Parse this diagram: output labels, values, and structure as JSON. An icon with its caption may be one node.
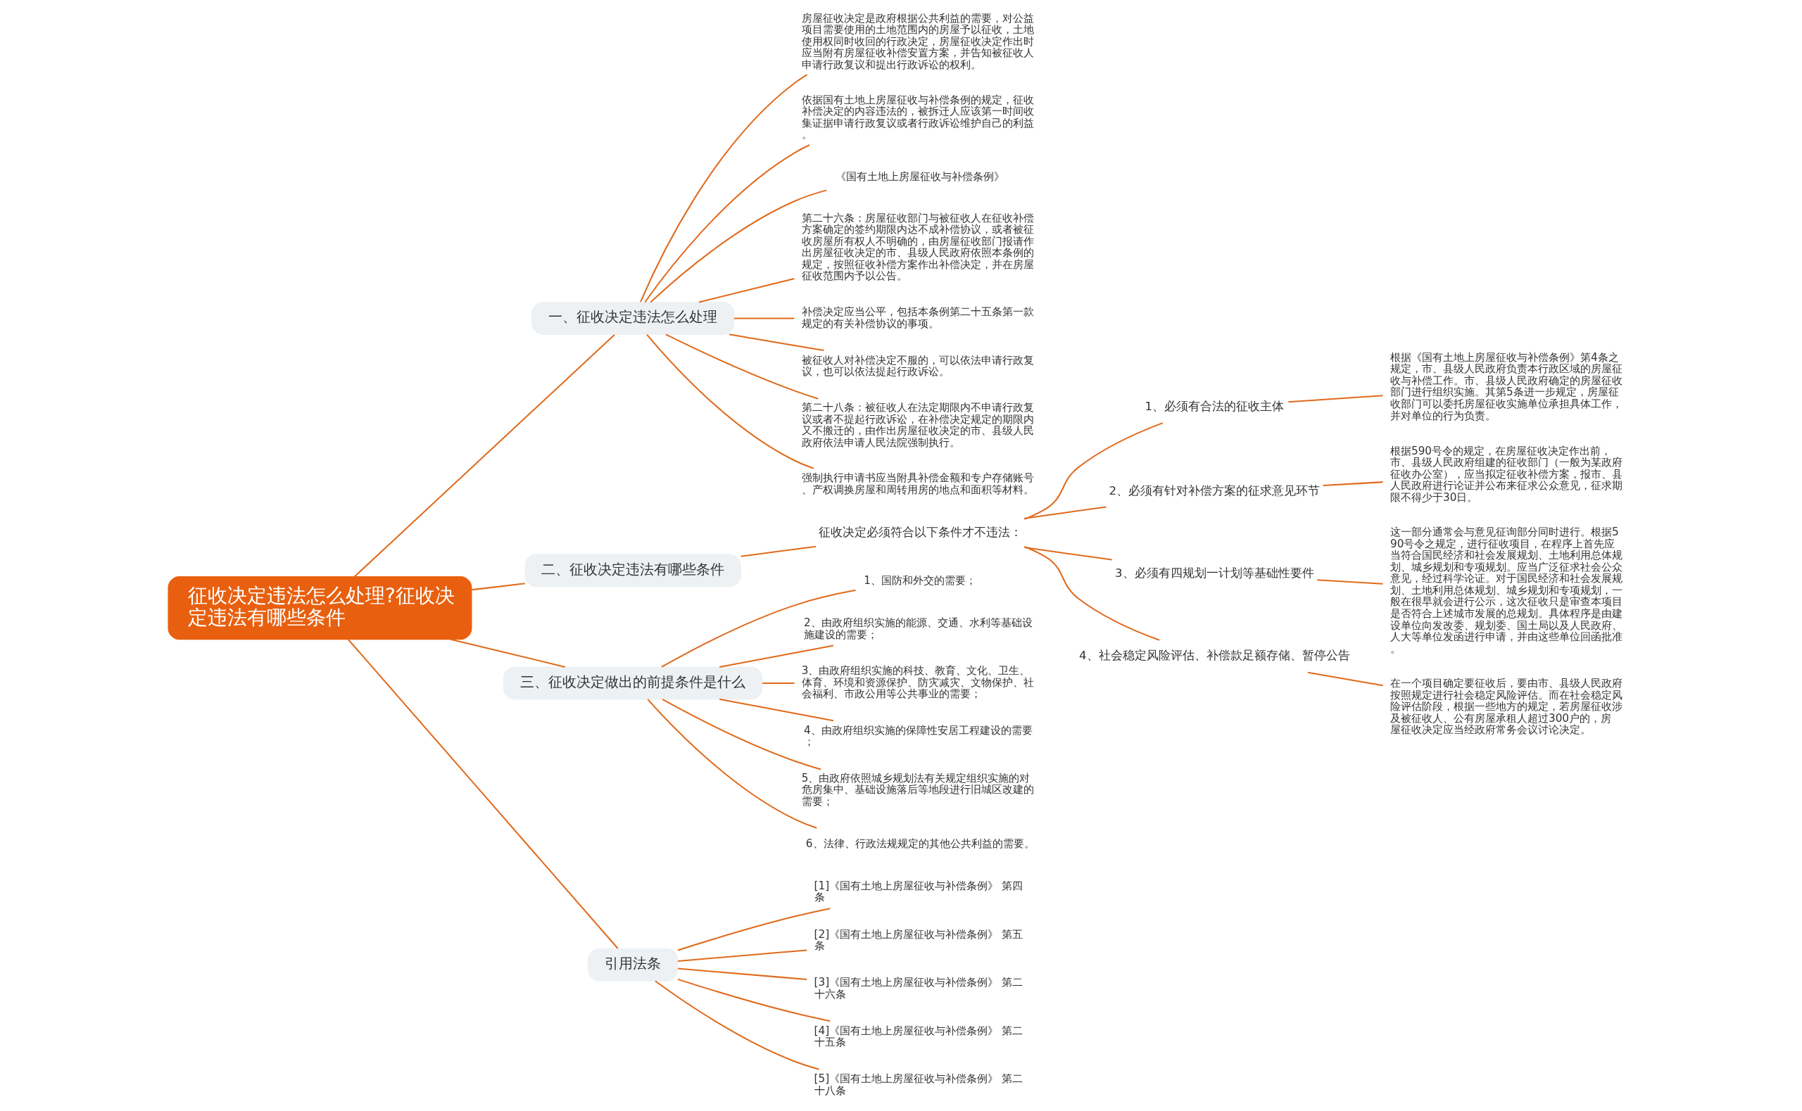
{
  "diagram": {
    "nodes": [
      {
        "text": [
          "征收决定违法怎么处理?征收决定违法有哪些条件"
        ]
      },
      {
        "text": [
          "一、征收决定违法怎么处理"
        ]
      },
      {
        "text": [
          "房屋征收决定是政府根据公共利益的需要，对公益项目需要使用的土地范围内的房屋予以征收，土地使用权同时收回的行政决定，房屋征收决定作出时应当附有房屋征收补偿安置方案，并告知被征收人申请行政复议和提出行政诉讼的权利。"
        ]
      },
      {
        "text": [
          "依据国有土地上房屋征收与补偿条例的规定，征收补偿决定的内容违法的，被拆迁人应该第一时间收集证据申请行政复议或者行政诉讼维护自己的利益。"
        ]
      },
      {
        "text": [
          "《国有土地上房屋征收与补偿条例》"
        ]
      },
      {
        "text": [
          "第二十六条：房屋征收部门与被征收人在征收补偿方案确定的签约期限内达不成补偿协议，或者被征收房屋所有权人不明确的，由房屋征收部门报请作出房屋征收决定的市、县级人民政府依照本条例的规定，按照征收补偿方案作出补偿决定，并在房屋征收范围内予以公告。"
        ]
      },
      {
        "text": [
          "补偿决定应当公平，包括本条例第二十五条第一款规定的有关补偿协议的事项。"
        ]
      },
      {
        "text": [
          "被征收人对补偿决定不服的，可以依法申请行政复议，也可以依法提起行政诉讼。"
        ]
      },
      {
        "text": [
          "第二十八条：被征收人在法定期限内不申请行政复议或者不提起行政诉讼，在补偿决定规定的期限内又不搬迁的，由作出房屋征收决定的市、县级人民政府依法申请人民法院强制执行。"
        ]
      },
      {
        "text": [
          "强制执行申请书应当附具补偿金额和专户存储账号、产权调换房屋和周转用房的地点和面积等材料。"
        ]
      },
      {
        "text": [
          "二、征收决定违法有哪些条件"
        ]
      },
      {
        "text": [
          "征收决定必须符合以下条件才不违法："
        ]
      },
      {
        "text": [
          "1、必须有合法的征收主体"
        ]
      },
      {
        "text": [
          "根据《国有土地上房屋征收与补偿条例》第4条之规定，市、县级人民政府负责本行政区域的房屋征收与补偿工作。市、县级人民政府确定的房屋征收部门进行组织实施。其第5条进一步规定，房屋征收部门可以委托房屋征收实施单位承担具体工作，并对单位的行为负责。"
        ]
      },
      {
        "text": [
          "2、必须有针对补偿方案的征求意见环节"
        ]
      },
      {
        "text": [
          "根据590号令的规定，在房屋征收决定作出前，市、县级人民政府组建的征收部门（一般为某政府征收办公室），应当拟定征收补偿方案，报市、县人民政府进行论证并公布来征求公众意见，征求期限不得少于30日。"
        ]
      },
      {
        "text": [
          "3、必须有四规划一计划等基础性要件"
        ]
      },
      {
        "text": [
          "这一部分通常会与意见征询部分同时进行。根据590号令之规定，进行征收项目，在程序上首先应当符合国民经济和社会发展规划、土地利用总体规划、城乡规划和专项规划。应当广泛征求社会公众意见，经过科学论证。对于国民经济和社会发展规划、土地利用总体规划、城乡规划和专项规划，一般在很早就会进行公示，这次征收只是审查本项目是否符合上述城市发展的总规划。具体程序是由建设单位向发改委、规划委、国土局以及人民政府、人大等单位发函进行申请，并由这些单位回函批准。"
        ]
      },
      {
        "text": [
          "4、社会稳定风险评估、补偿款足额存储、暂停公告"
        ]
      },
      {
        "text": [
          "在一个项目确定要征收后，要由市、县级人民政府按照规定进行社会稳定风险评估。而在社会稳定风险评估阶段，根据一些地方的规定，若房屋征收涉及被征收人、公有房屋承租人超过300户的，房屋征收决定应当经政府常务会议讨论决定。"
        ]
      },
      {
        "text": [
          "三、征收决定做出的前提条件是什么"
        ]
      },
      {
        "text": [
          "1、国防和外交的需要；"
        ]
      },
      {
        "text": [
          "2、由政府组织实施的能源、交通、水利等基础设施建设的需要；"
        ]
      },
      {
        "text": [
          "3、由政府组织实施的科技、教育、文化、卫生、体育、环境和资源保护、防灾减灾、文物保护、社会福利、市政公用等公共事业的需要；"
        ]
      },
      {
        "text": [
          "4、由政府组织实施的保障性安居工程建设的需要；"
        ]
      },
      {
        "text": [
          "5、由政府依照城乡规划法有关规定组织实施的对危房集中、基础设施落后等地段进行旧城区改建的需要；"
        ]
      },
      {
        "text": [
          "6、法律、行政法规规定的其他公共利益的需要。"
        ]
      },
      {
        "text": [
          "引用法条"
        ]
      },
      {
        "text": [
          "[1]《国有土地上房屋征收与补偿条例》 第四条"
        ]
      },
      {
        "text": [
          "[2]《国有土地上房屋征收与补偿条例》 第五条"
        ]
      },
      {
        "text": [
          "[3]《国有土地上房屋征收与补偿条例》 第二十六条"
        ]
      },
      {
        "text": [
          "[4]《国有土地上房屋征收与补偿条例》 第二十五条"
        ]
      },
      {
        "text": [
          "[5]《国有土地上房屋征收与补偿条例》 第二十八条"
        ]
      }
    ],
    "edges": [
      {
        "from": 0,
        "to": 1,
        "arrow": "none"
      },
      {
        "from": 1,
        "to": 2,
        "arrow": "none"
      },
      {
        "from": 1,
        "to": 3,
        "arrow": "none"
      },
      {
        "from": 1,
        "to": 4,
        "arrow": "none"
      },
      {
        "from": 1,
        "to": 5,
        "arrow": "none"
      },
      {
        "from": 1,
        "to": 6,
        "arrow": "none"
      },
      {
        "from": 1,
        "to": 7,
        "arrow": "none"
      },
      {
        "from": 1,
        "to": 8,
        "arrow": "none"
      },
      {
        "from": 1,
        "to": 9,
        "arrow": "none"
      },
      {
        "from": 0,
        "to": 10,
        "arrow": "none"
      },
      {
        "from": 10,
        "to": 11,
        "arrow": "none"
      },
      {
        "from": 11,
        "to": 12,
        "arrow": "none"
      },
      {
        "from": 12,
        "to": 13,
        "arrow": "none"
      },
      {
        "from": 11,
        "to": 14,
        "arrow": "none"
      },
      {
        "from": 14,
        "to": 15,
        "arrow": "none"
      },
      {
        "from": 11,
        "to": 16,
        "arrow": "none"
      },
      {
        "from": 16,
        "to": 17,
        "arrow": "none"
      },
      {
        "from": 11,
        "to": 18,
        "arrow": "none"
      },
      {
        "from": 18,
        "to": 19,
        "arrow": "none"
      },
      {
        "from": 0,
        "to": 20,
        "arrow": "none"
      },
      {
        "from": 20,
        "to": 21,
        "arrow": "none"
      },
      {
        "from": 20,
        "to": 22,
        "arrow": "none"
      },
      {
        "from": 20,
        "to": 23,
        "arrow": "none"
      },
      {
        "from": 20,
        "to": 24,
        "arrow": "none"
      },
      {
        "from": 20,
        "to": 25,
        "arrow": "none"
      },
      {
        "from": 20,
        "to": 26,
        "arrow": "none"
      },
      {
        "from": 0,
        "to": 27,
        "arrow": "none"
      },
      {
        "from": 27,
        "to": 28,
        "arrow": "none"
      },
      {
        "from": 27,
        "to": 29,
        "arrow": "none"
      },
      {
        "from": 27,
        "to": 30,
        "arrow": "none"
      },
      {
        "from": 27,
        "to": 31,
        "arrow": "none"
      },
      {
        "from": 27,
        "to": 32,
        "arrow": "none"
      }
    ]
  }
}
